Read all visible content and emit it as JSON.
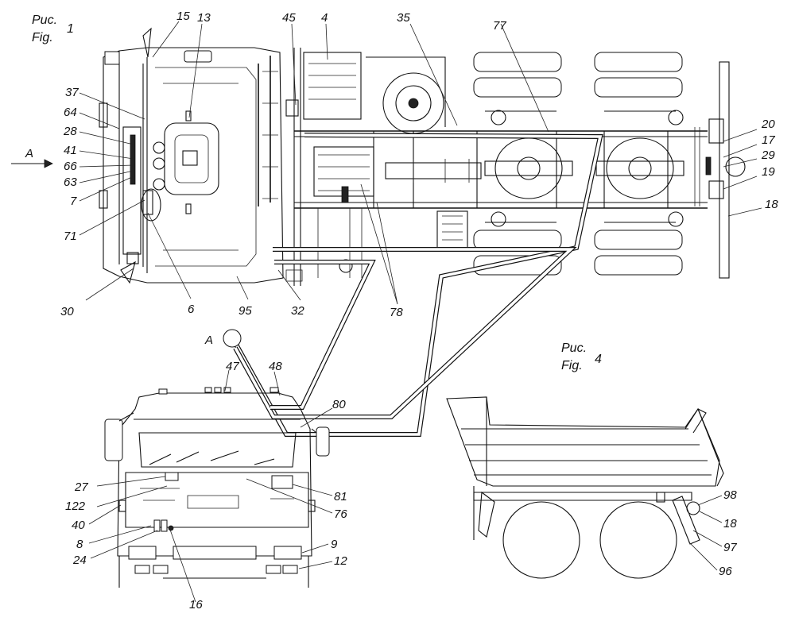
{
  "figures": [
    {
      "id": "fig1",
      "title_ru": "Рис.",
      "title_en": "Fig.",
      "number": "1"
    },
    {
      "id": "fig4",
      "title_ru": "Рис.",
      "title_en": "Fig.",
      "number": "4"
    }
  ],
  "view_marker": {
    "letter": "A"
  },
  "callouts": {
    "top": [
      "15",
      "13",
      "45",
      "4",
      "35",
      "77"
    ],
    "left": [
      "37",
      "64",
      "28",
      "41",
      "66",
      "63",
      "7",
      "71",
      "30"
    ],
    "right": [
      "20",
      "17",
      "29",
      "19",
      "18"
    ],
    "bottom": [
      "6",
      "95",
      "32",
      "78"
    ],
    "front_view": [
      "47",
      "48",
      "80",
      "27",
      "122",
      "40",
      "8",
      "24",
      "16",
      "81",
      "76",
      "9",
      "12"
    ],
    "rear_view": [
      "98",
      "18",
      "97",
      "96"
    ]
  },
  "colors": {
    "ink": "#111111",
    "paper": "#ffffff"
  }
}
